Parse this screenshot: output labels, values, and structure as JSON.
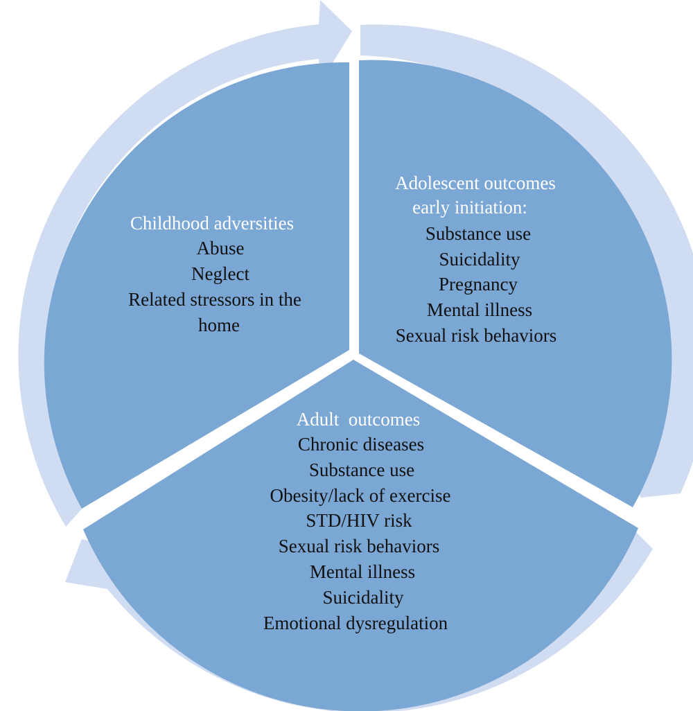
{
  "colors": {
    "arrow": "#cfdcf1",
    "segment": "#7ba7d4",
    "heading_text": "#ffffff",
    "item_text": "#111111"
  },
  "segments": [
    {
      "id": "childhood",
      "heading": "Childhood adversities",
      "items": [
        "Abuse",
        "Neglect",
        "Related stressors in the",
        "home"
      ]
    },
    {
      "id": "adolescent",
      "heading_lines": [
        "Adolescent outcomes",
        "early initiation:"
      ],
      "items": [
        "Substance use",
        "Suicidality",
        "Pregnancy",
        "Mental illness",
        "Sexual risk behaviors"
      ]
    },
    {
      "id": "adult",
      "heading": "Adult  outcomes",
      "items": [
        "Chronic diseases",
        "Substance use",
        "Obesity/lack of exercise",
        "STD/HIV risk",
        "Sexual risk behaviors",
        "Mental illness",
        "Suicidality",
        "Emotional dysregulation"
      ]
    }
  ]
}
